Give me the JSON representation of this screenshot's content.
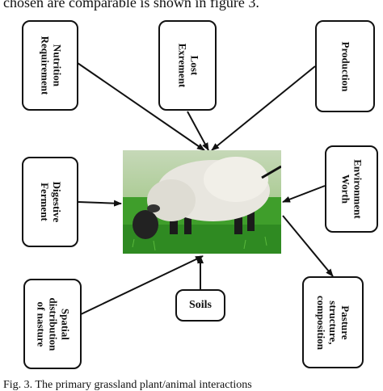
{
  "header_text": "chosen are comparable is shown in figure 3.",
  "caption_text": "Fig. 3. The primary grassland plant/animal interactions",
  "colors": {
    "stroke": "#111111",
    "grass": "#3f9e2b",
    "fleece": "#e8e6df"
  },
  "center_image": {
    "icon": "grazing-sheep-icon"
  },
  "nodes": {
    "nutrition": [
      "Nutrition",
      "Requirement"
    ],
    "lost": [
      "Lost",
      "Exrement"
    ],
    "production": [
      "Production"
    ],
    "digestive": [
      "Digestive",
      "Ferment"
    ],
    "environment": [
      "Environment",
      "Worth"
    ],
    "spatial": [
      "Spatial",
      "distribution",
      "of nasture"
    ],
    "soils": "Soils",
    "pasture": [
      "Pasture",
      "structure,",
      "composition"
    ]
  }
}
